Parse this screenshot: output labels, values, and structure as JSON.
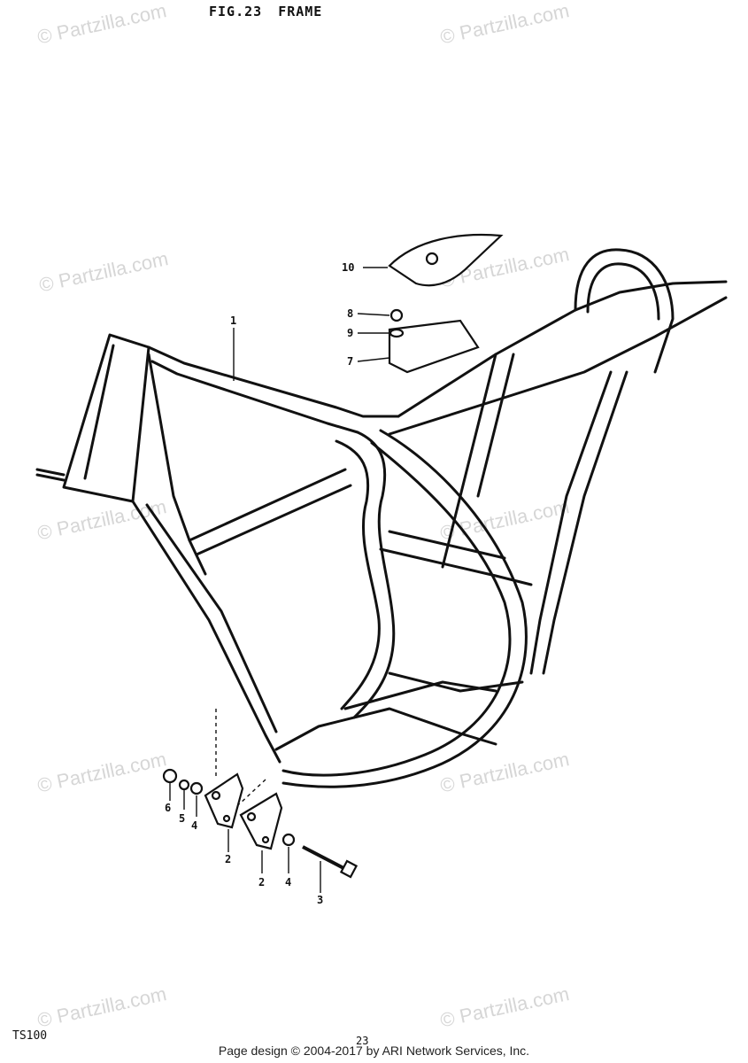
{
  "figure": {
    "label": "FIG.23",
    "name": "FRAME"
  },
  "model": "TS100",
  "page_number": "23",
  "footer": "Page design © 2004-2017 by ARI Network Services, Inc.",
  "watermark": "© Partzilla.com",
  "callouts": [
    "1",
    "2",
    "2",
    "3",
    "4",
    "4",
    "5",
    "6",
    "7",
    "8",
    "9",
    "10"
  ],
  "colors": {
    "ink": "#111111",
    "watermark": "#d6d6d6",
    "background": "#ffffff"
  }
}
